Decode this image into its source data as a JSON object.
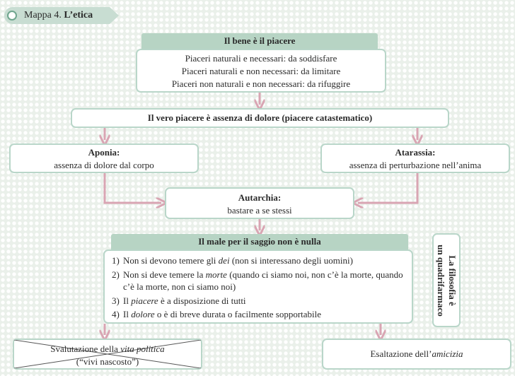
{
  "map": {
    "label": "Mappa 4.",
    "title": "L’etica"
  },
  "bene": {
    "header": "Il bene è il piacere",
    "lines": [
      "Piaceri naturali e necessari: da soddisfare",
      "Piaceri naturali e non necessari: da limitare",
      "Piaceri non naturali e non necessari: da rifuggire"
    ]
  },
  "vero_piacere": "Il vero piacere è assenza di dolore (piacere catastematico)",
  "aponia": {
    "title": "Aponia:",
    "desc": "assenza di dolore dal corpo"
  },
  "atarassia": {
    "title": "Atarassia:",
    "desc": "assenza di perturbazione nell’anima"
  },
  "autarchia": {
    "title": "Autarchia:",
    "desc": "bastare a se stessi"
  },
  "male": {
    "header": "Il male per il saggio non è nulla",
    "items": [
      {
        "num": "1)",
        "a": "Non si devono temere gli ",
        "em": "dei",
        "b": " (non si interessano degli uomini)"
      },
      {
        "num": "2)",
        "a": "Non si deve temere la ",
        "em": "morte",
        "b": " (quando ci siamo noi, non c’è la morte, quando c’è la morte, non ci siamo noi)"
      },
      {
        "num": "3)",
        "a": "Il ",
        "em": "piacere",
        "b": " è a disposizione di tutti"
      },
      {
        "num": "4)",
        "a": "Il ",
        "em": "dolore",
        "b": " o è di breve durata o facilmente sopportabile"
      }
    ]
  },
  "quadrifarmaco": {
    "line1": "La filosofia è",
    "line2": "un quadrifarmaco"
  },
  "svalutazione": {
    "a": "Svalutazione della ",
    "em": "vita politica",
    "line2": "(“vivi nascosto”)"
  },
  "esaltazione": {
    "a": "Esaltazione dell’",
    "em": "amicizia"
  },
  "colors": {
    "accent": "#b7d4c4",
    "arrow": "#d9a5b3",
    "dot": "#6fa68e"
  }
}
